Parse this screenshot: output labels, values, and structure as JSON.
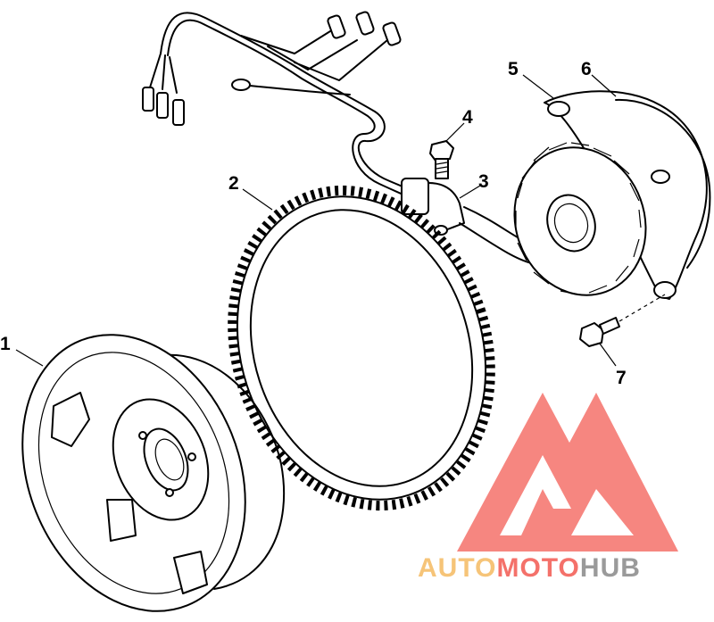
{
  "callouts": [
    {
      "number": "1",
      "part": "flywheel"
    },
    {
      "number": "2",
      "part": "ring-gear"
    },
    {
      "number": "3",
      "part": "wire-clamp"
    },
    {
      "number": "4",
      "part": "clamp-bolt"
    },
    {
      "number": "5",
      "part": "stator"
    },
    {
      "number": "6",
      "part": "stator-plate"
    },
    {
      "number": "7",
      "part": "stator-bolt"
    }
  ],
  "watermark": {
    "part1": "AUTO",
    "part2": "MOTO",
    "part3": "HUB",
    "color_red": "#f4716a",
    "color_gold": "#f6c478",
    "color_gray": "#9a9a9a"
  }
}
